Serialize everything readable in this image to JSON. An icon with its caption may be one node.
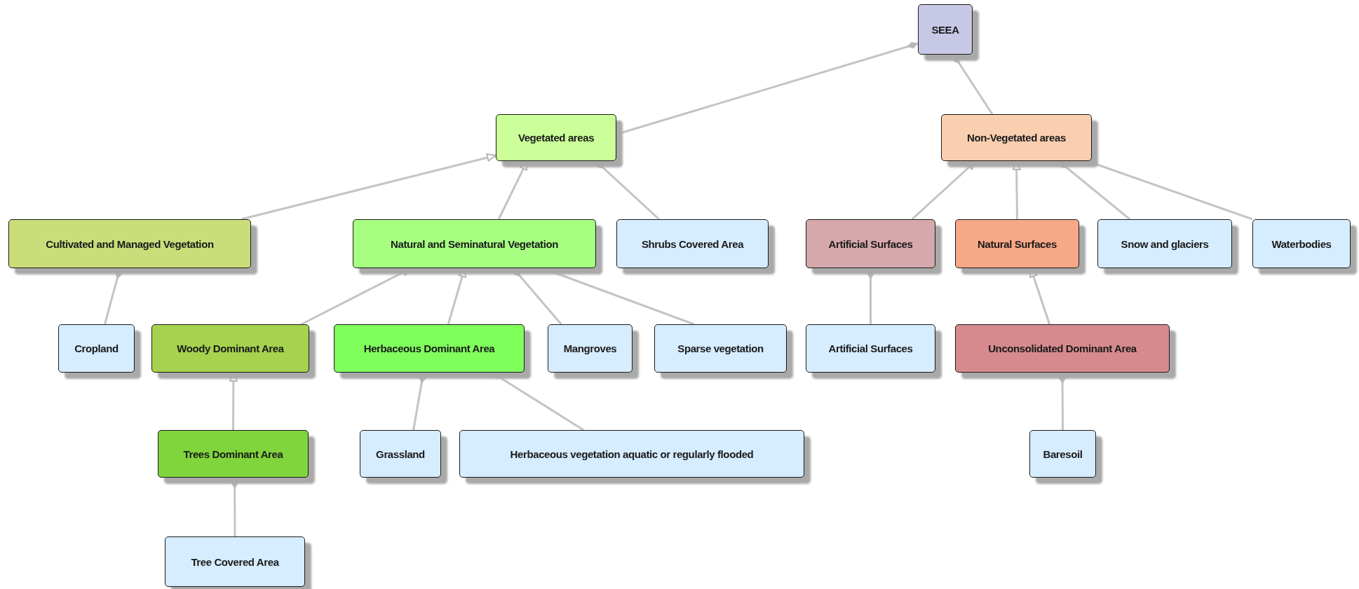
{
  "diagram": {
    "nodes": [
      {
        "text": [
          "SEEA"
        ]
      },
      {
        "text": [
          "Vegetated areas"
        ]
      },
      {
        "text": [
          "Non-Vegetated areas"
        ]
      },
      {
        "text": [
          "Cultivated and Managed Vegetation"
        ]
      },
      {
        "text": [
          "Natural and Seminatural Vegetation"
        ]
      },
      {
        "text": [
          "Shrubs Covered Area"
        ]
      },
      {
        "text": [
          "Artificial Surfaces"
        ]
      },
      {
        "text": [
          "Natural Surfaces"
        ]
      },
      {
        "text": [
          "Snow and glaciers"
        ]
      },
      {
        "text": [
          "Waterbodies"
        ]
      },
      {
        "text": [
          "Cropland"
        ]
      },
      {
        "text": [
          "Woody Dominant Area"
        ]
      },
      {
        "text": [
          "Herbaceous Dominant Area"
        ]
      },
      {
        "text": [
          "Mangroves"
        ]
      },
      {
        "text": [
          "Sparse vegetation"
        ]
      },
      {
        "text": [
          "Artificial Surfaces"
        ]
      },
      {
        "text": [
          "Unconsolidated Dominant Area"
        ]
      },
      {
        "text": [
          "Trees Dominant Area"
        ]
      },
      {
        "text": [
          "Grassland"
        ]
      },
      {
        "text": [
          "Herbaceous vegetation aquatic or regularly flooded"
        ]
      },
      {
        "text": [
          "Baresoil"
        ]
      },
      {
        "text": [
          "Tree Covered Area"
        ]
      }
    ],
    "edges": [
      {
        "from": 1,
        "to": 0,
        "arrow": "other"
      },
      {
        "from": 2,
        "to": 0,
        "arrow": "other"
      },
      {
        "from": 3,
        "to": 1,
        "arrow": "to"
      },
      {
        "from": 4,
        "to": 1,
        "arrow": "to"
      },
      {
        "from": 5,
        "to": 1,
        "arrow": "other"
      },
      {
        "from": 6,
        "to": 2,
        "arrow": "to"
      },
      {
        "from": 7,
        "to": 2,
        "arrow": "to"
      },
      {
        "from": 8,
        "to": 2,
        "arrow": "other"
      },
      {
        "from": 9,
        "to": 2,
        "arrow": "other"
      },
      {
        "from": 10,
        "to": 3,
        "arrow": "other"
      },
      {
        "from": 11,
        "to": 4,
        "arrow": "to"
      },
      {
        "from": 12,
        "to": 4,
        "arrow": "to"
      },
      {
        "from": 13,
        "to": 4,
        "arrow": "other"
      },
      {
        "from": 14,
        "to": 4,
        "arrow": "other"
      },
      {
        "from": 15,
        "to": 6,
        "arrow": "other"
      },
      {
        "from": 16,
        "to": 7,
        "arrow": "to"
      },
      {
        "from": 17,
        "to": 11,
        "arrow": "to"
      },
      {
        "from": 18,
        "to": 12,
        "arrow": "other"
      },
      {
        "from": 19,
        "to": 12,
        "arrow": "other"
      },
      {
        "from": 20,
        "to": 16,
        "arrow": "other"
      },
      {
        "from": 21,
        "to": 17,
        "arrow": "other"
      }
    ]
  }
}
